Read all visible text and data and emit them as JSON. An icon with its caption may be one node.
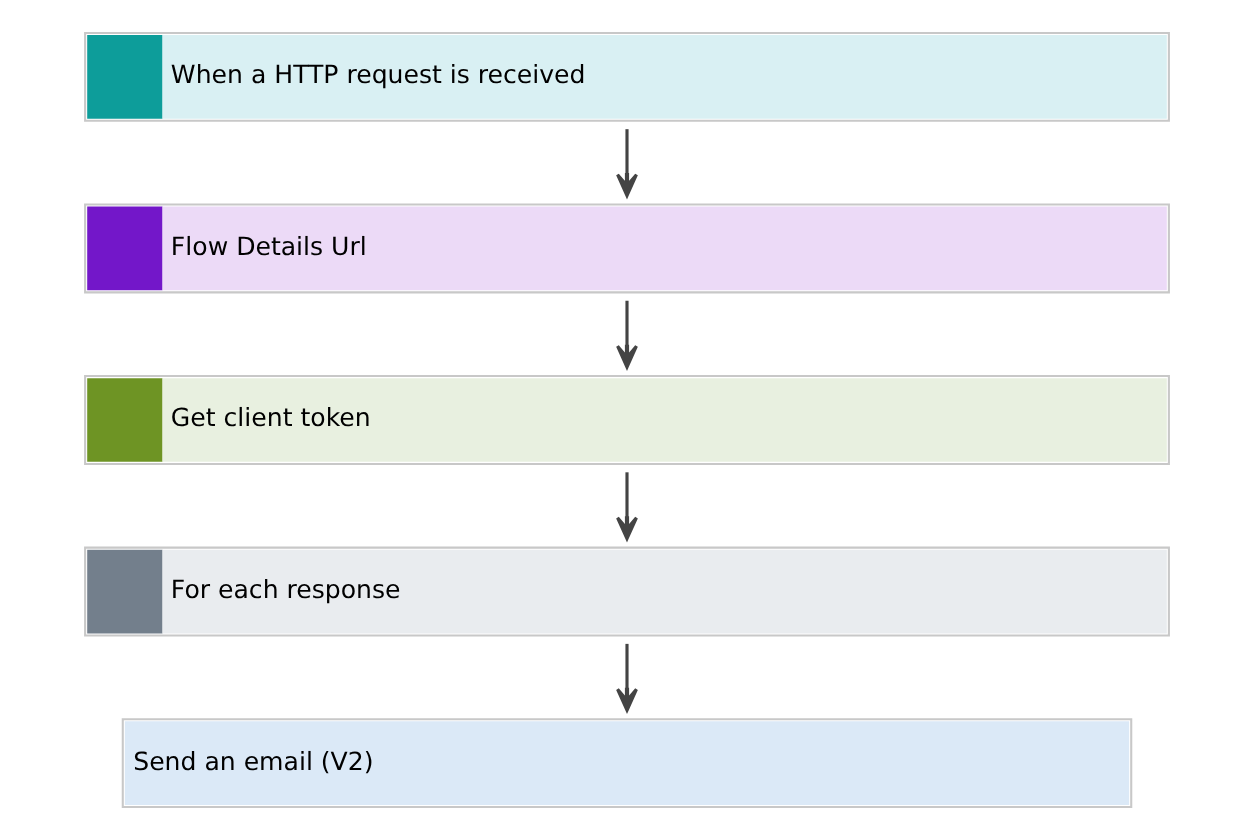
{
  "diagram": {
    "nodes": [
      {
        "text": [
          "When a HTTP request is received"
        ]
      },
      {
        "text": [
          "Flow Details Url"
        ]
      },
      {
        "text": [
          "Get client token"
        ]
      },
      {
        "text": [
          "For each response"
        ]
      },
      {
        "text": [
          "Send an email (V2)"
        ]
      }
    ],
    "edges": [
      {
        "from": 0,
        "to": 1,
        "arrow": "to"
      },
      {
        "from": 1,
        "to": 2,
        "arrow": "to"
      },
      {
        "from": 2,
        "to": 3,
        "arrow": "to"
      },
      {
        "from": 3,
        "to": 4,
        "arrow": "to"
      }
    ]
  }
}
